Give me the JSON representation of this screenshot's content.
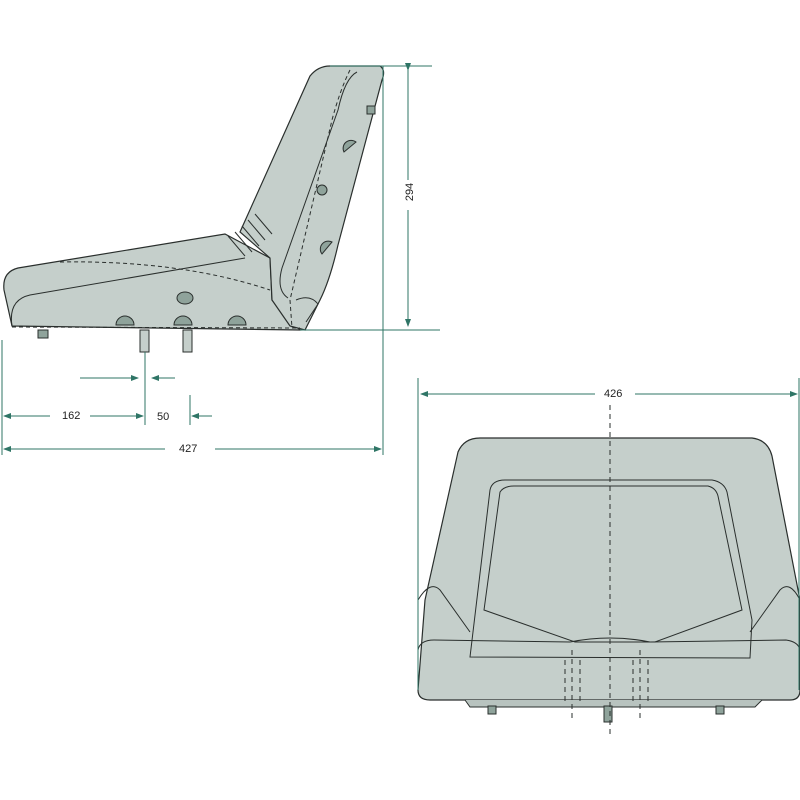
{
  "drawing": {
    "title": "Seat technical drawing",
    "views": [
      "side-view",
      "front-view"
    ],
    "colors": {
      "seat_fill": "#c5cfcb",
      "outline": "#2a2f2d",
      "dimension_line": "#2f7566",
      "bolt_fill": "#8fa39b",
      "background": "#ffffff"
    }
  },
  "side_view": {
    "dimensions": {
      "height": "294",
      "total_length": "427",
      "front_to_bolt": "162",
      "bolt_spacing": "50"
    }
  },
  "front_view": {
    "dimensions": {
      "width": "426"
    }
  }
}
